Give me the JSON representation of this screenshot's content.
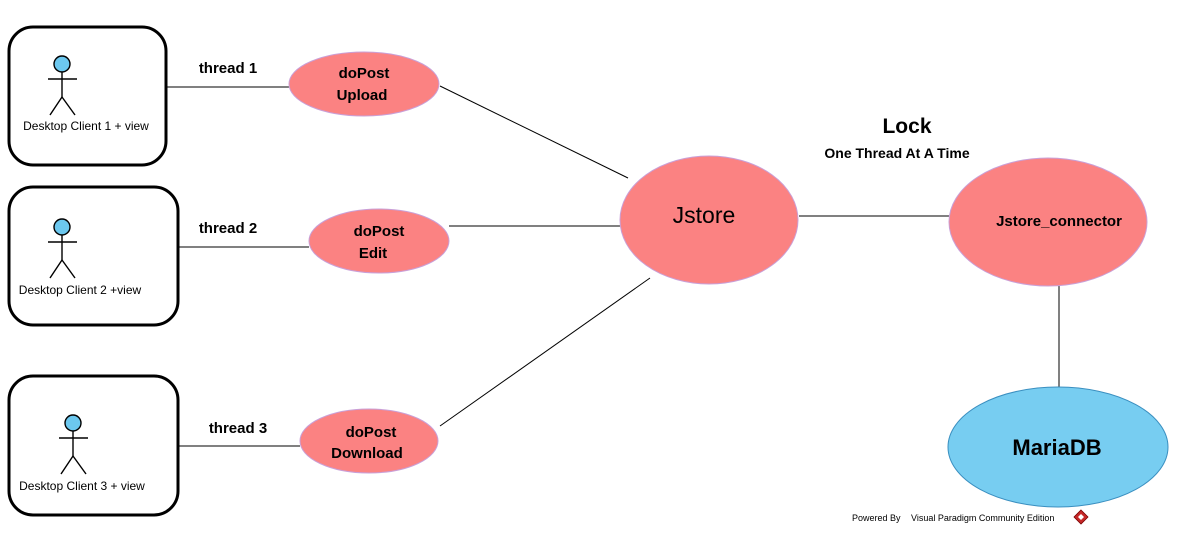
{
  "clients": [
    {
      "label": "Desktop Client 1 + view",
      "thread": "thread 1",
      "usecase": [
        "doPost",
        "Upload"
      ]
    },
    {
      "label": "Desktop Client 2 +view",
      "thread": "thread 2",
      "usecase": [
        "doPost",
        "Edit"
      ]
    },
    {
      "label": "Desktop Client 3 + view",
      "thread": "thread 3",
      "usecase": [
        "doPost",
        "Download"
      ]
    }
  ],
  "store": {
    "label": "Jstore"
  },
  "connector": {
    "label": "Jstore_connector"
  },
  "database": {
    "label": "MariaDB"
  },
  "lock": {
    "title": "Lock",
    "subtitle": "One Thread At A Time"
  },
  "footer": {
    "powered": "Powered By",
    "product": "Visual Paradigm Community Edition"
  },
  "colors": {
    "node": "#fb8282",
    "database": "#77cdf1",
    "actor_head": "#6cc8ef"
  },
  "icons": {
    "actor": "stick-figure-actor-icon",
    "footer": "visual-paradigm-logo-icon"
  }
}
